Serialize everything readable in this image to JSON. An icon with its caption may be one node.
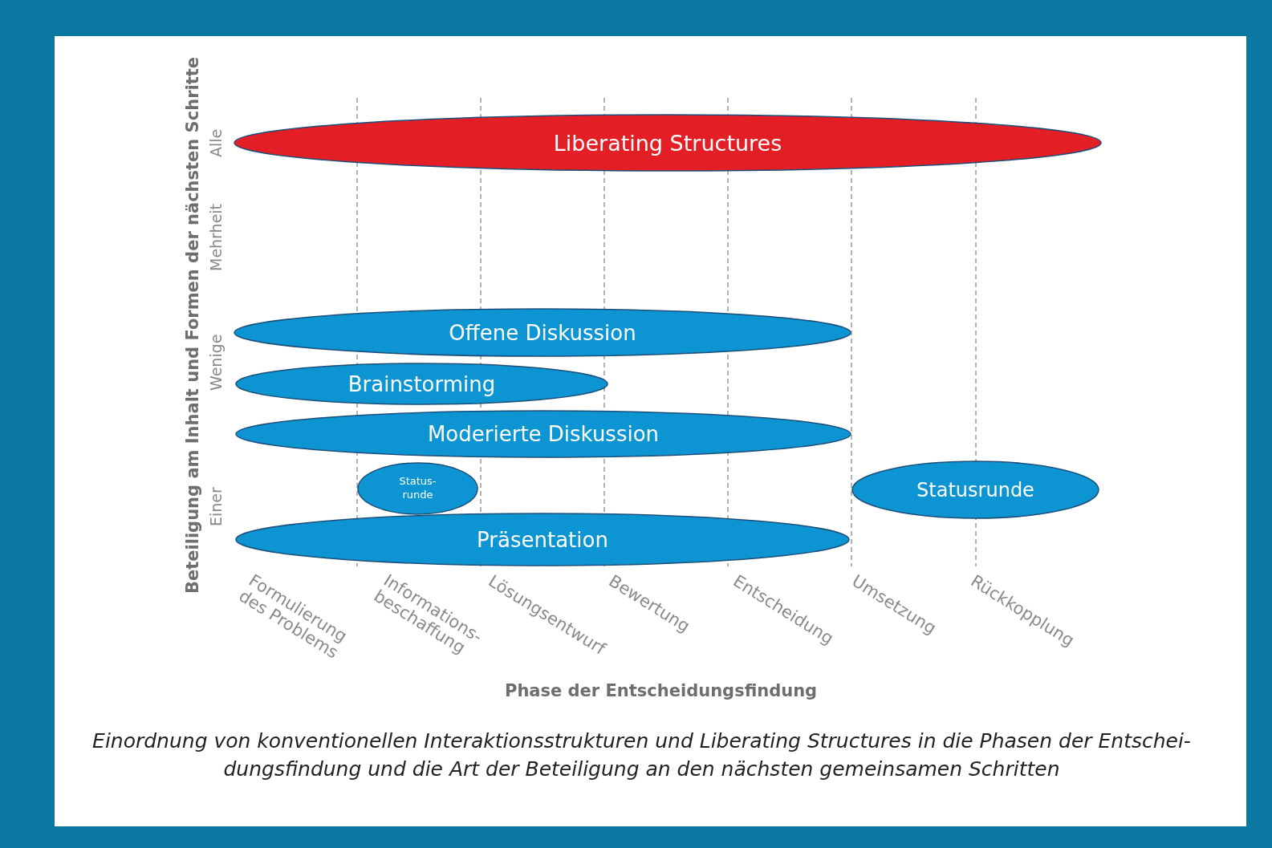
{
  "diagram": {
    "caption": "Einordnung von konventionellen Interaktionsstrukturen und Liberating Structures in die Phasen der Entschei- dungsfindung und die Art der Beteiligung an den nächsten gemeinsamen Schritten",
    "nodes": [
      {
        "text": [
          "Liberating Structures"
        ]
      },
      {
        "text": [
          "Offene Diskussion"
        ]
      },
      {
        "text": [
          "Brainstorming"
        ]
      },
      {
        "text": [
          "Moderierte Diskussion"
        ]
      },
      {
        "text": [
          "Status- runde"
        ]
      },
      {
        "text": [
          "Statusrunde"
        ]
      },
      {
        "text": [
          "Präsentation"
        ]
      }
    ],
    "labels": [
      "Beteiligung am Inhalt und Formen der nächsten Schritte",
      "Alle",
      "Mehrheit",
      "Wenige",
      "Einer",
      "Formulierung des Problems",
      "Informations- beschaffung",
      "Lösungsentwurf",
      "Bewertung",
      "Entscheidung",
      "Umsetzung",
      "Rückkopplung",
      "Phase der Entscheidungsfindung"
    ]
  }
}
